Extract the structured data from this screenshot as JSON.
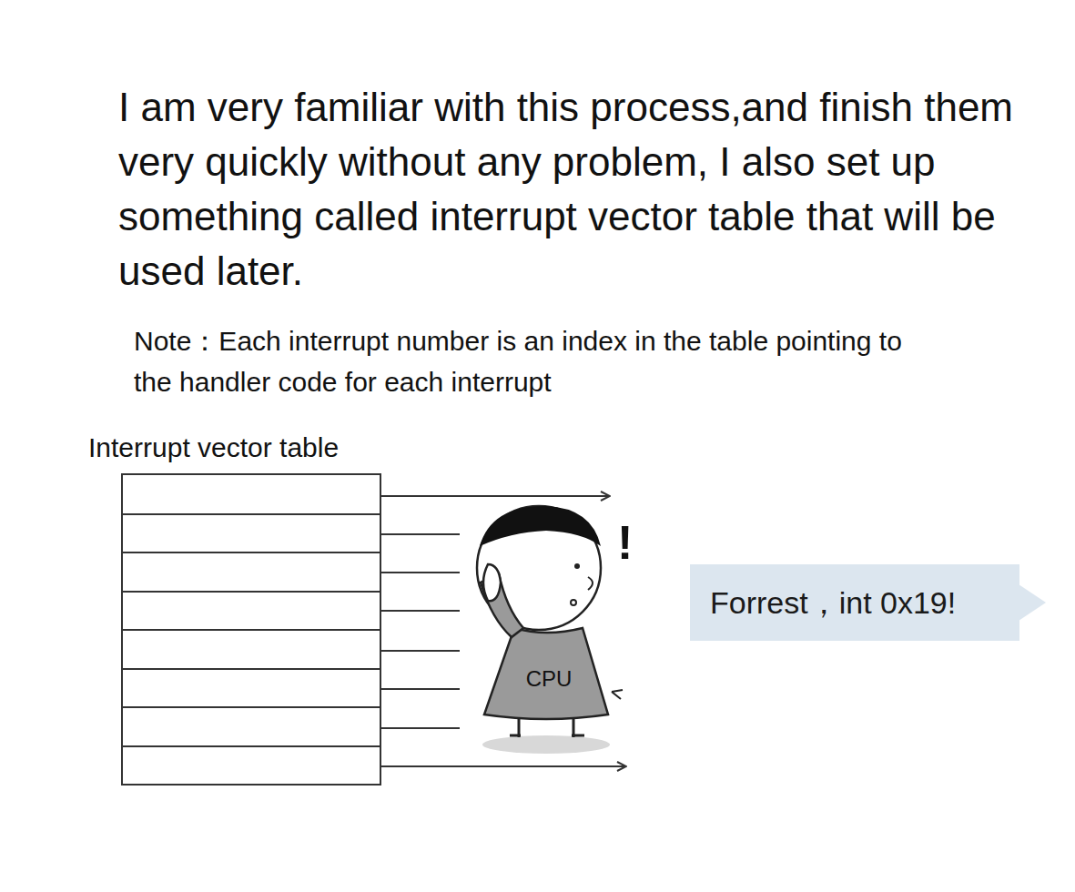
{
  "diagram": {
    "nodes": [
      {
        "text": [
          "Interrupt vector table"
        ]
      },
      {
        "text": [
          "Forrest，int 0x19!"
        ]
      }
    ],
    "labels": [
      "I am very familiar with this process,and finish them very quickly without any problem, I also set up something called interrupt vector table that will be used later.",
      "Note：Each interrupt number is an index in the table pointing to the handler code for each interrupt",
      "!",
      "CPU"
    ]
  }
}
